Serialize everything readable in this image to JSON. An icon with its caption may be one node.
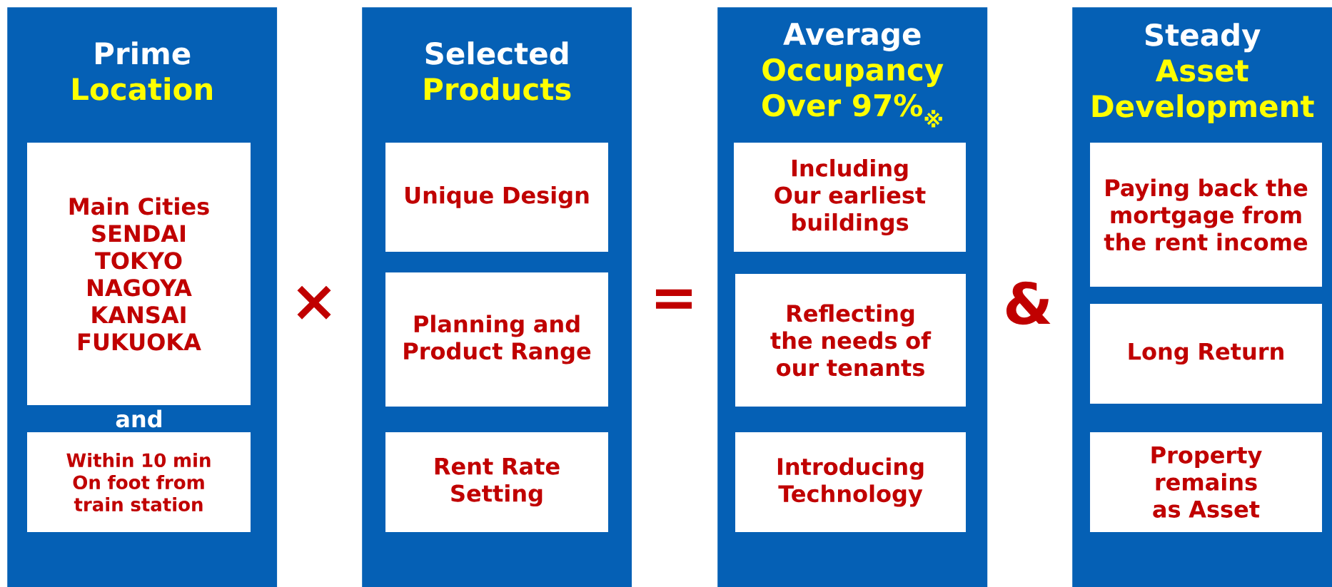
{
  "diagram": {
    "nodes": [
      {
        "text": [
          "Prime",
          "Location"
        ]
      },
      {
        "text": [
          "Main Cities",
          "SENDAI",
          "TOKYO",
          "NAGOYA",
          "KANSAI",
          "FUKUOKA"
        ],
        "in": 0
      },
      {
        "text": [
          "Within 10 min On foot from train station"
        ],
        "in": 0
      },
      {
        "text": [
          "Selected",
          "Products"
        ]
      },
      {
        "text": [
          "Unique Design"
        ],
        "in": 3
      },
      {
        "text": [
          "Planning and Product Range"
        ],
        "in": 3
      },
      {
        "text": [
          "Rent Rate Setting"
        ],
        "in": 3
      },
      {
        "text": [
          "Average",
          "Occupancy Over 97%$_{※}$"
        ]
      },
      {
        "text": [
          "Including Our earliest buildings"
        ],
        "in": 7
      },
      {
        "text": [
          "Reflecting the needs of our tenants"
        ],
        "in": 7
      },
      {
        "text": [
          "Introducing Technology"
        ],
        "in": 7
      },
      {
        "text": [
          "Steady",
          "Asset Development"
        ]
      },
      {
        "text": [
          "Paying back the mortgage from the rent income"
        ],
        "in": 11
      },
      {
        "text": [
          "Long Return"
        ],
        "in": 11
      },
      {
        "text": [
          "Property remains as Asset"
        ],
        "in": 11
      }
    ],
    "labels": [
      "and",
      "×",
      "=",
      "&"
    ]
  }
}
